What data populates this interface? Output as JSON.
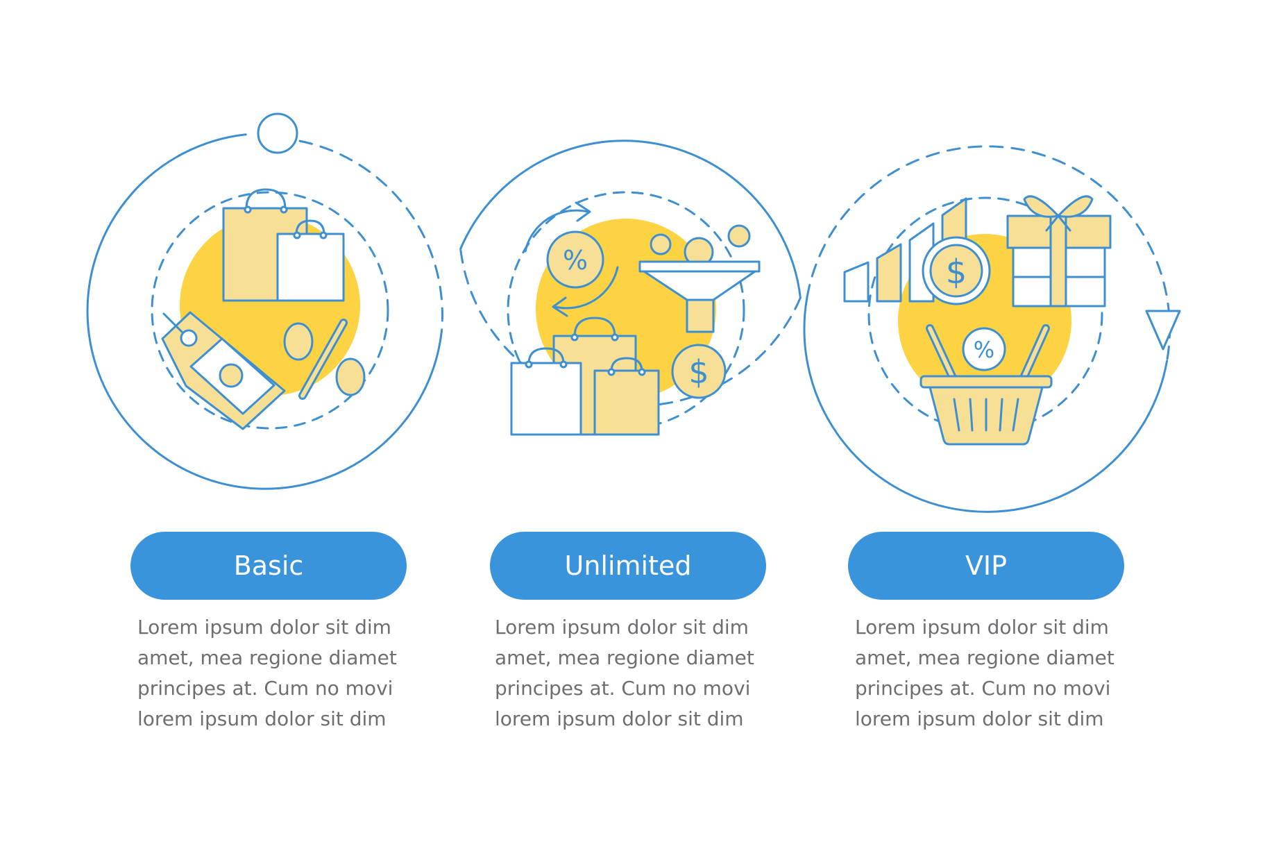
{
  "colors": {
    "stroke": "#3d8fd1",
    "accent_yellow": "#fdd344",
    "soft_yellow": "#f7df96",
    "pill_fill": "#3a94dc",
    "text_gray": "#6d6e71"
  },
  "steps": [
    {
      "label": "Basic",
      "icons": [
        "shopping-bags-icon",
        "price-tag-icon",
        "percent-icon"
      ],
      "lines": [
        "Lorem ipsum dolor sit dim",
        "amet, mea regione diamet",
        "principes at. Cum no movi",
        "lorem ipsum dolor sit dim"
      ]
    },
    {
      "label": "Unlimited",
      "icons": [
        "percent-cycle-icon",
        "funnel-icon",
        "coins-icon",
        "dollar-coin-icon",
        "shopping-bags-icon"
      ],
      "lines": [
        "Lorem ipsum dolor sit dim",
        "amet, mea regione diamet",
        "principes at. Cum no movi",
        "lorem ipsum dolor sit dim"
      ]
    },
    {
      "label": "VIP",
      "icons": [
        "growth-bars-icon",
        "dollar-coin-icon",
        "gift-box-icon",
        "percent-badge-icon",
        "shopping-basket-icon"
      ],
      "lines": [
        "Lorem ipsum dolor sit dim",
        "amet, mea regione diamet",
        "principes at. Cum no movi",
        "lorem ipsum dolor sit dim"
      ]
    }
  ]
}
